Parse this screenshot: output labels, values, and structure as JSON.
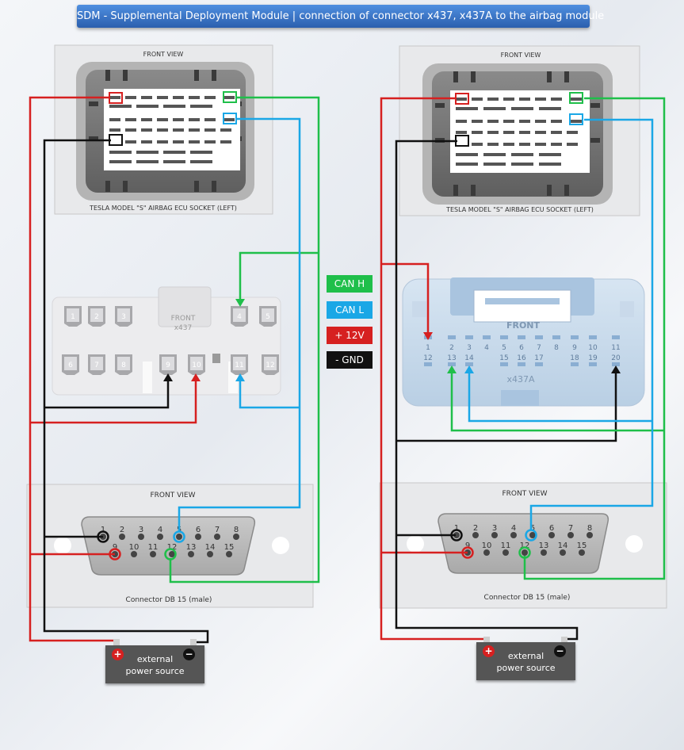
{
  "title": "SDM - Supplemental Deployment Module | connection of connector x437, x437A to the airbag module",
  "legend": {
    "can_h": "CAN H",
    "can_l": "CAN L",
    "plus12": "+ 12V",
    "gnd": "- GND"
  },
  "colors": {
    "can_h": "#1fbf4a",
    "can_l": "#1aa7e6",
    "plus12": "#d62020",
    "gnd": "#111111"
  },
  "left": {
    "socket_header": "FRONT VIEW",
    "socket_footer": "TESLA MODEL \"S\" AIRBAG ECU SOCKET (LEFT)",
    "connector_label_1": "FRONT",
    "connector_label_2": "x437",
    "pins_top": [
      "1",
      "2",
      "3",
      "4",
      "5"
    ],
    "pins_bottom": [
      "6",
      "7",
      "8",
      "9",
      "10",
      "11",
      "12"
    ],
    "db_header": "FRONT VIEW",
    "db_footer": "Connector DB 15 (male)",
    "power_line1": "external",
    "power_line2": "power source"
  },
  "right": {
    "socket_header": "FRONT VIEW",
    "socket_footer": "TESLA MODEL \"S\" AIRBAG ECU SOCKET (LEFT)",
    "connector_label_1": "FRONT",
    "connector_label_2": "x437A",
    "pins_top": [
      "1",
      "2",
      "3",
      "4",
      "5",
      "6",
      "7",
      "8",
      "9",
      "10",
      "11"
    ],
    "pins_bottom": [
      "12",
      "13",
      "14",
      "",
      "15",
      "16",
      "17",
      "",
      "18",
      "19",
      "20"
    ],
    "db_header": "FRONT VIEW",
    "db_footer": "Connector DB 15 (male)",
    "power_line1": "external",
    "power_line2": "power source"
  },
  "db15": {
    "top_row": [
      "1",
      "2",
      "3",
      "4",
      "5",
      "6",
      "7",
      "8"
    ],
    "bottom_row": [
      "9",
      "10",
      "11",
      "12",
      "13",
      "14",
      "15"
    ]
  }
}
